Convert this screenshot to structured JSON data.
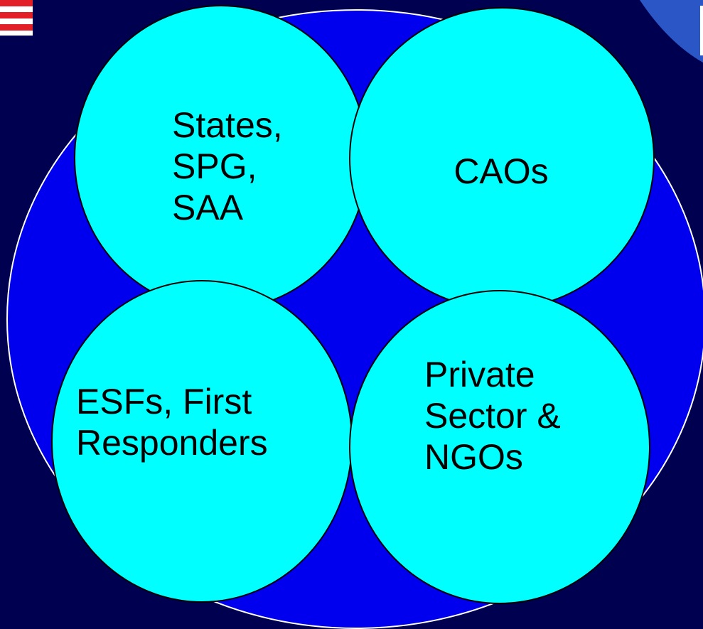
{
  "colors": {
    "background": "#000050",
    "outer_circle": "#0000ee",
    "inner_circle": "#00ffff",
    "outline": "#ffffff",
    "flag_red": "#e21f26",
    "corner_blue": "#2a56c6"
  },
  "icons": {
    "top_left": "flag-stripes-icon",
    "top_right": "corner-page-icon"
  },
  "circles": [
    {
      "name": "states",
      "label": "States,\nSPG,\nSAA"
    },
    {
      "name": "caos",
      "label": "CAOs"
    },
    {
      "name": "esfs",
      "label": "ESFs, First\nResponders"
    },
    {
      "name": "private-sector",
      "label": "Private\nSector &\nNGOs"
    }
  ]
}
